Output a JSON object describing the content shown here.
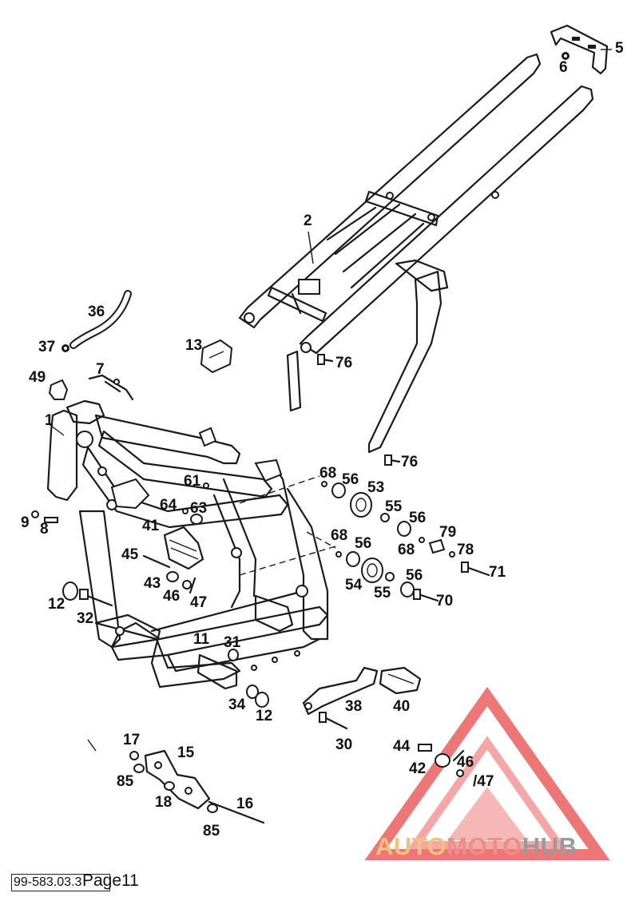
{
  "labels": [
    {
      "id": "l5",
      "text": "5"
    },
    {
      "id": "l6",
      "text": "6"
    },
    {
      "id": "l2",
      "text": "2"
    },
    {
      "id": "l36",
      "text": "36"
    },
    {
      "id": "l37",
      "text": "37"
    },
    {
      "id": "l13",
      "text": "13"
    },
    {
      "id": "l7",
      "text": "7"
    },
    {
      "id": "l49",
      "text": "49"
    },
    {
      "id": "l76a",
      "text": "76"
    },
    {
      "id": "l1",
      "text": "1"
    },
    {
      "id": "l76b",
      "text": "76"
    },
    {
      "id": "l68a",
      "text": "68"
    },
    {
      "id": "l56a",
      "text": "56"
    },
    {
      "id": "l53",
      "text": "53"
    },
    {
      "id": "l61",
      "text": "61"
    },
    {
      "id": "l55a",
      "text": "55"
    },
    {
      "id": "l64",
      "text": "64"
    },
    {
      "id": "l63",
      "text": "63"
    },
    {
      "id": "l56b",
      "text": "56"
    },
    {
      "id": "l9",
      "text": "9"
    },
    {
      "id": "l8",
      "text": "8"
    },
    {
      "id": "l41",
      "text": "41"
    },
    {
      "id": "l79",
      "text": "79"
    },
    {
      "id": "l68b",
      "text": "68"
    },
    {
      "id": "l56c",
      "text": "56"
    },
    {
      "id": "l68c",
      "text": "68"
    },
    {
      "id": "l78",
      "text": "78"
    },
    {
      "id": "l45",
      "text": "45"
    },
    {
      "id": "l71",
      "text": "71"
    },
    {
      "id": "l43",
      "text": "43"
    },
    {
      "id": "l54",
      "text": "54"
    },
    {
      "id": "l56d",
      "text": "56"
    },
    {
      "id": "l46a",
      "text": "46"
    },
    {
      "id": "l55b",
      "text": "55"
    },
    {
      "id": "l70",
      "text": "70"
    },
    {
      "id": "l47a",
      "text": "47"
    },
    {
      "id": "l12a",
      "text": "12"
    },
    {
      "id": "l32",
      "text": "32"
    },
    {
      "id": "l11",
      "text": "11"
    },
    {
      "id": "l31",
      "text": "31"
    },
    {
      "id": "l34",
      "text": "34"
    },
    {
      "id": "l12b",
      "text": "12"
    },
    {
      "id": "l38",
      "text": "38"
    },
    {
      "id": "l40",
      "text": "40"
    },
    {
      "id": "l30",
      "text": "30"
    },
    {
      "id": "l17",
      "text": "17"
    },
    {
      "id": "l15",
      "text": "15"
    },
    {
      "id": "l44",
      "text": "44"
    },
    {
      "id": "l46b",
      "text": "46"
    },
    {
      "id": "l85a",
      "text": "85"
    },
    {
      "id": "l42",
      "text": "42"
    },
    {
      "id": "l47b",
      "text": "/47"
    },
    {
      "id": "l18",
      "text": "18"
    },
    {
      "id": "l16",
      "text": "16"
    },
    {
      "id": "l85b",
      "text": "85"
    }
  ],
  "footer": {
    "doc_number": "99-583.03.3",
    "page_label": "Page11"
  },
  "watermark": {
    "part1": "AUTO",
    "part2": "MOTO",
    "part3": "HUB",
    "colors": {
      "auto": "#f1c27a",
      "moto": "#ef8d8d",
      "hub": "#9a9a9a",
      "triangle": "#e84a4a"
    }
  }
}
